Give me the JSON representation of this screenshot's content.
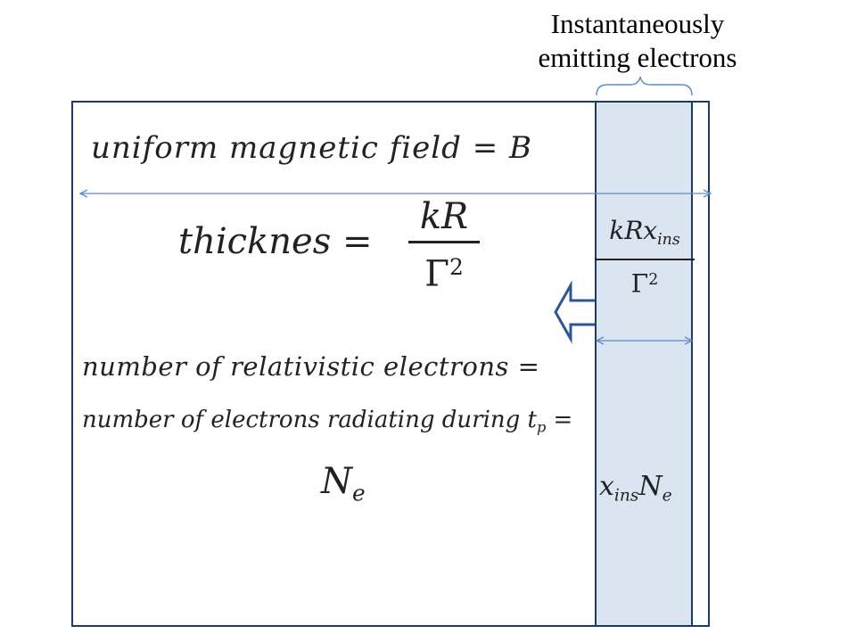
{
  "title": {
    "line1": "Instantaneously",
    "line2": "emitting electrons"
  },
  "equations": {
    "field_text": "uniform magnetic field = B",
    "thickness_lhs": "thicknes = ",
    "thickness_num": "kR",
    "thickness_den": "Γ",
    "thickness_den_exp": "2",
    "slab_thickness_num": "kRx",
    "slab_thickness_num_sub": "ins",
    "slab_thickness_den": "Γ",
    "slab_thickness_den_exp": "2",
    "relativistic_text": "number of relativistic electrons =",
    "radiating_text": "number of electrons radiating during t",
    "radiating_sub": "p",
    "radiating_eq": " =",
    "ne_base": "N",
    "ne_sub": "e",
    "slab_count_x": "x",
    "slab_count_x_sub": "ins",
    "slab_count_n": "N",
    "slab_count_n_sub": "e"
  },
  "colors": {
    "box_border": "#1f3864",
    "slab_fill": "#dbe4f1",
    "arrow_line": "#5b8bc9",
    "big_arrow_fill": "#ffffff",
    "big_arrow_stroke": "#2e5597"
  }
}
